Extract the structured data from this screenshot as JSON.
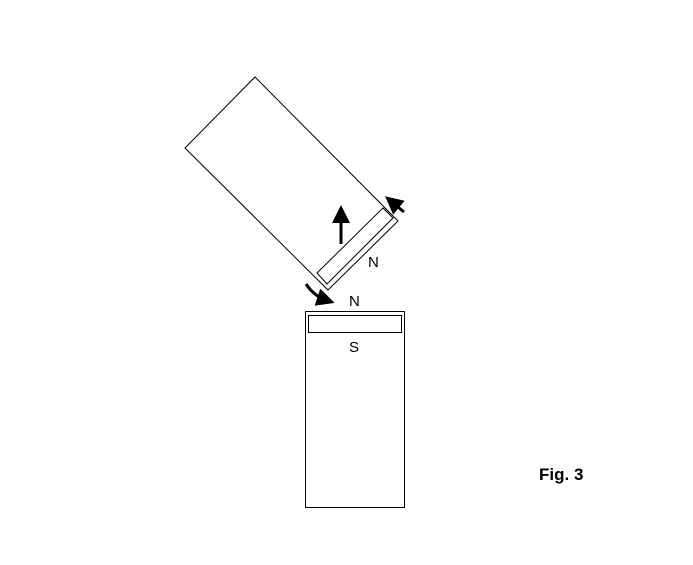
{
  "labels": {
    "upper_north": "N",
    "lower_north": "N",
    "lower_south": "S"
  },
  "figure_label": "Fig. 3",
  "colors": {
    "stroke": "#000000",
    "background": "#ffffff"
  }
}
